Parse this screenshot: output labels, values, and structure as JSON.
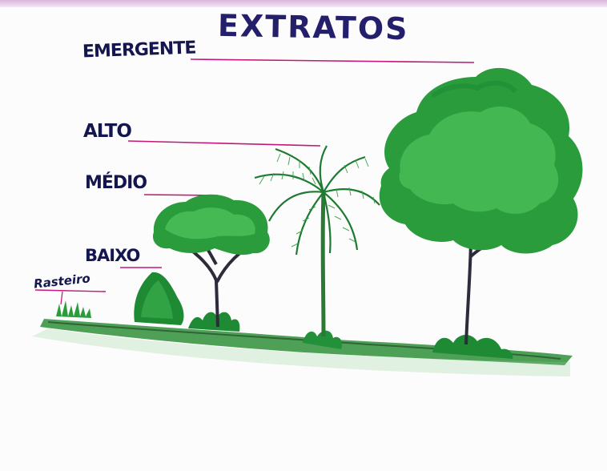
{
  "title": "EXTRATOS",
  "strata": {
    "emergente": "EMERGENTE",
    "alto": "ALTO",
    "medio": "MÉDIO",
    "baixo": "BAIXO",
    "rasteiro": "Rasteiro"
  },
  "colors": {
    "ink": "#14164f",
    "line": "#c2187a",
    "foliage_dark": "#1e8a34",
    "foliage_light": "#3fb54e",
    "trunk": "#2c2c3a"
  }
}
